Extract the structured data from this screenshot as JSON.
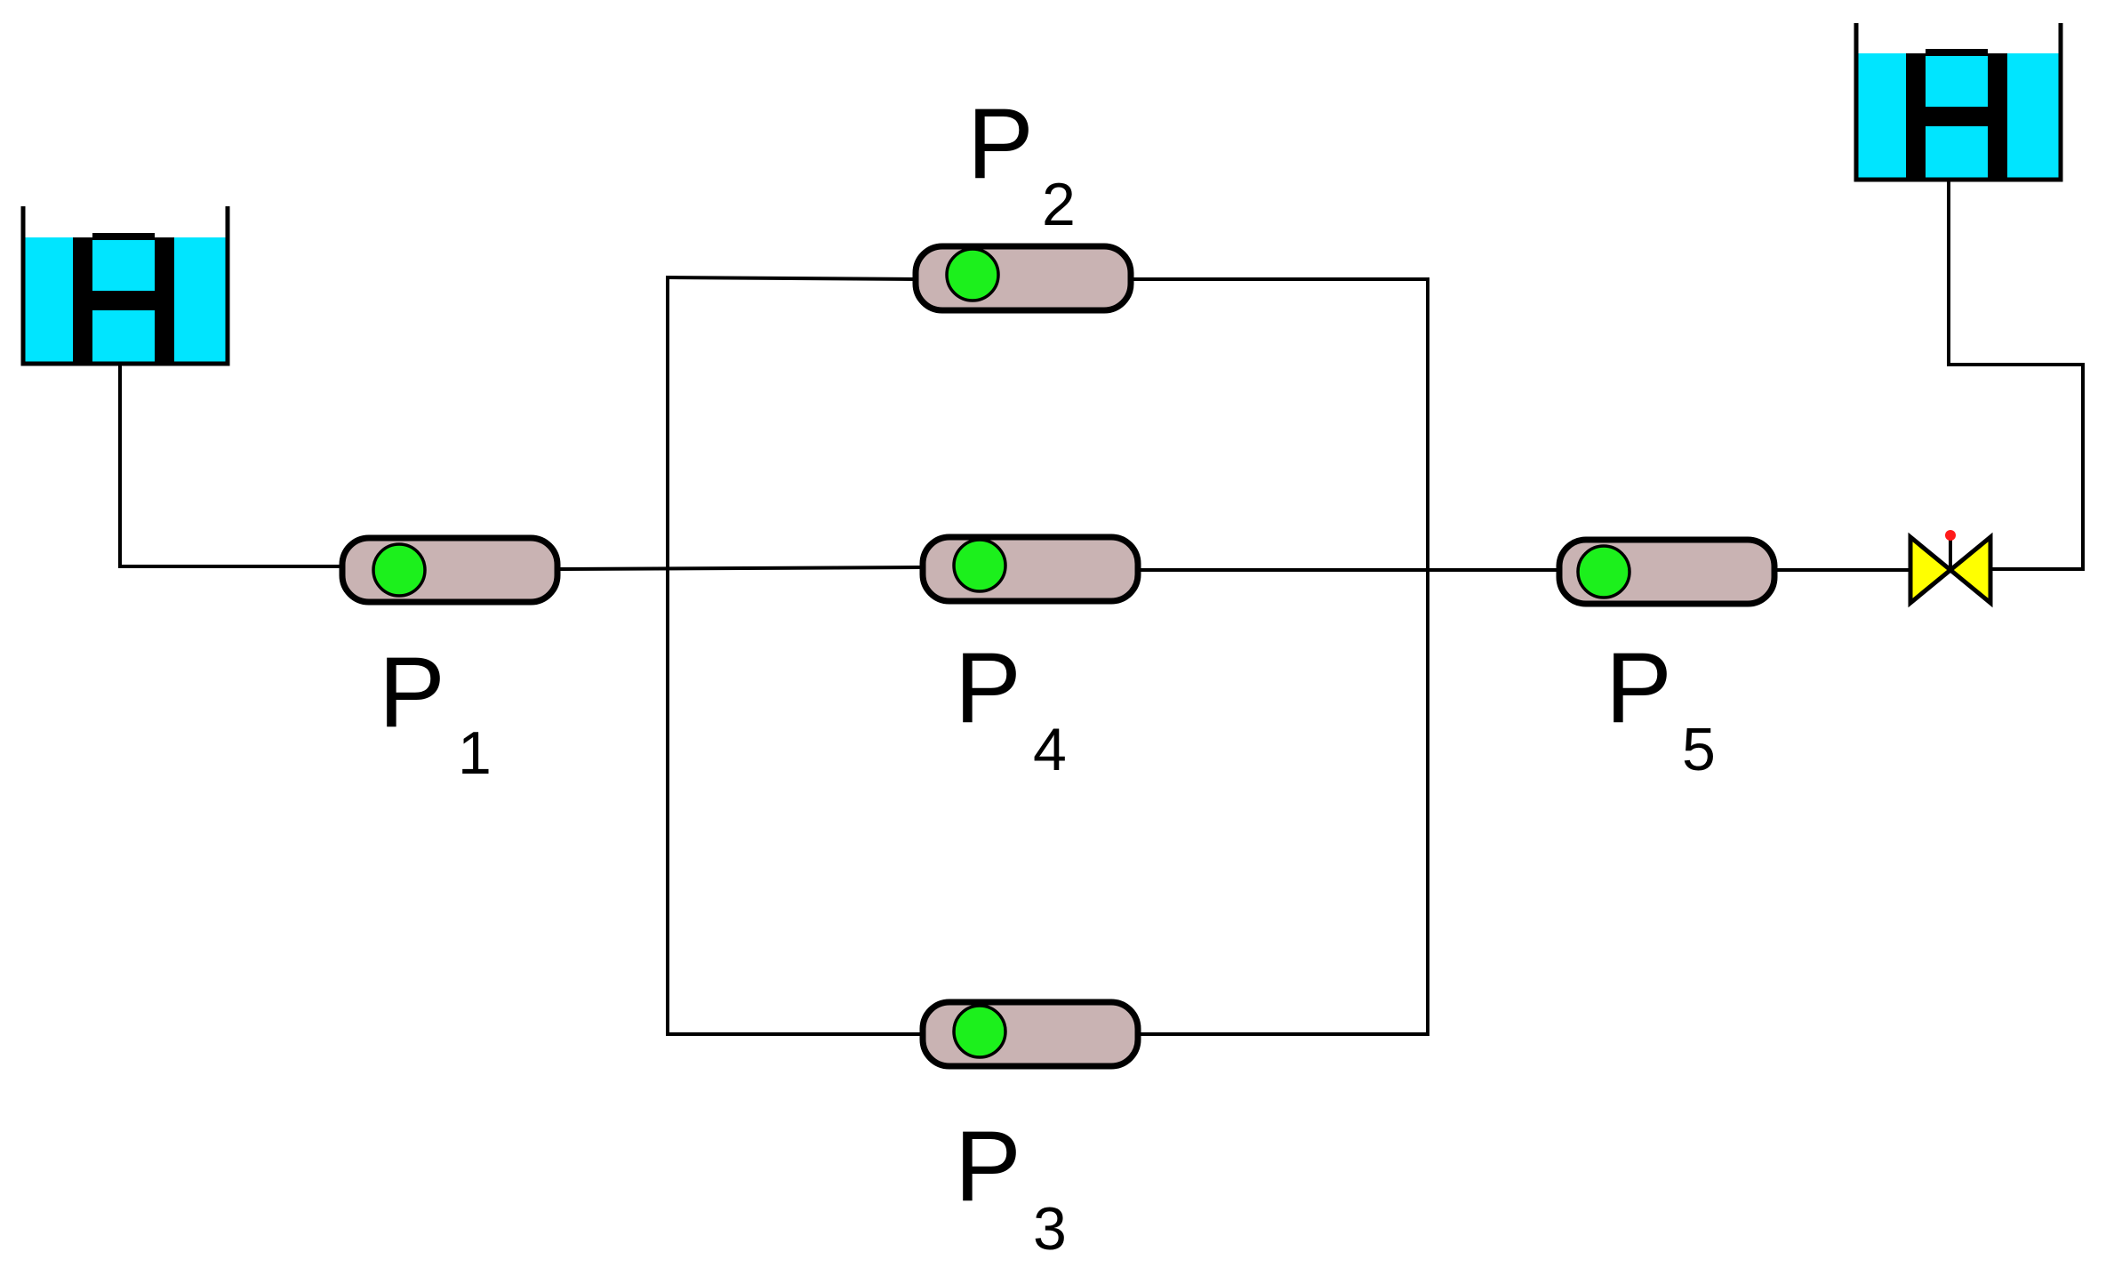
{
  "diagram": {
    "pumps": [
      {
        "letter": "P",
        "index": "1"
      },
      {
        "letter": "P",
        "index": "2"
      },
      {
        "letter": "P",
        "index": "3"
      },
      {
        "letter": "P",
        "index": "4"
      },
      {
        "letter": "P",
        "index": "5"
      }
    ],
    "colors": {
      "pump_body": "#c9b3b3",
      "pump_light": "#1cf01c",
      "tank_water": "#00e5ff",
      "valve": "#ffff00",
      "valve_indicator": "#ff1a1a",
      "pipe": "#000000"
    },
    "icons": {
      "source_tank": "water-tank-icon",
      "outlet_tank": "water-tank-icon",
      "valve": "gate-valve-icon",
      "pump": "pump-icon"
    }
  }
}
